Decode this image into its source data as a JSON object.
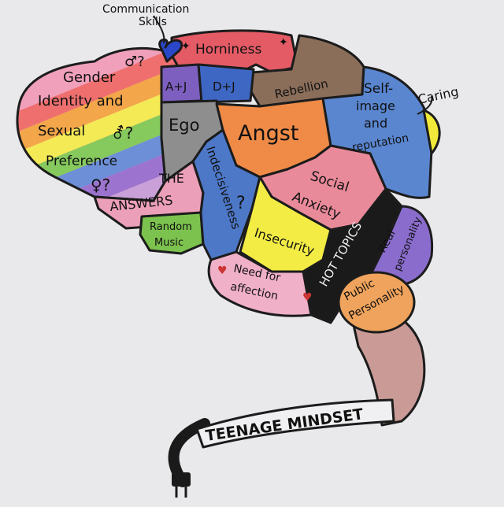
{
  "colors": {
    "paper": "#e9e9ec",
    "pink": "#e9a0b8",
    "purple": "#7d5fc0",
    "blue": "#4d78c8",
    "brown": "#8b6e5a",
    "grey": "#8e8e8e",
    "orange": "#ef8b47",
    "yellow": "#f1ea3a",
    "green": "#7cc24e",
    "black": "#1a1a1a",
    "stem": "#c99a96",
    "red": "#e05a5a"
  },
  "labels": {
    "communication_top": "Communication",
    "communication_bottom": "Skills",
    "horniness": "Horniness",
    "a_j": "A+J",
    "d_j": "D+J",
    "rebellion": "Rebellion",
    "self_image_1": "Self-",
    "self_image_2": "image",
    "self_image_3": "and",
    "self_image_4": "reputation",
    "caring": "Caring",
    "gender_1": "Gender",
    "gender_2": "Identity and",
    "gender_3": "Sexual",
    "gender_4": "Preference",
    "ego": "Ego",
    "angst": "Angst",
    "social_1": "Social",
    "social_2": "Anxiety",
    "answers_1": "THE",
    "answers_2": "ANSWERS",
    "random_1": "Random",
    "random_2": "Music",
    "indecisiveness": "Indecisiveness",
    "insecurity": "Insecurity",
    "hot_topics": "HOT TOPICS",
    "real_1": "Real",
    "real_2": "personality",
    "need_1": "Need for",
    "need_2": "affection",
    "public_1": "Public",
    "public_2": "Personality",
    "title": "TEENAGE MINDSET"
  },
  "glyphs": {
    "male": "♂?",
    "trans": "⚦?",
    "female": "♀?",
    "question": "?",
    "heart": "♥",
    "sparkle": "✦"
  }
}
